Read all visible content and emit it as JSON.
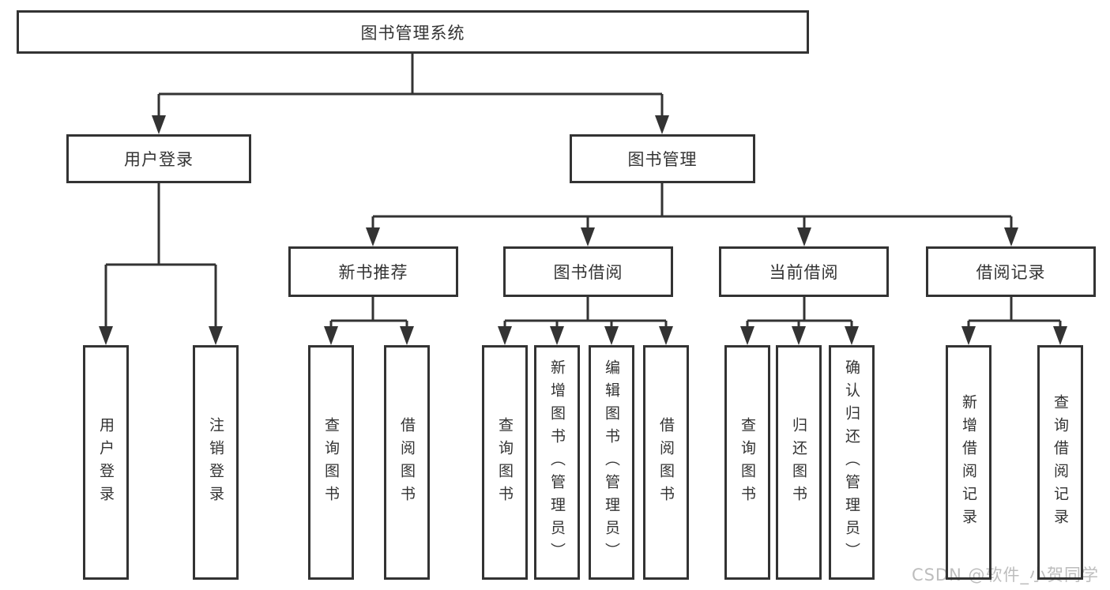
{
  "diagram": {
    "root": "图书管理系统",
    "level2": [
      "用户登录",
      "图书管理"
    ],
    "level3": [
      "新书推荐",
      "图书借阅",
      "当前借阅",
      "借阅记录"
    ],
    "leaves": {
      "userLogin": [
        "用户登录",
        "注销登录"
      ],
      "newBook": [
        "查询图书",
        "借阅图书"
      ],
      "bookBorrow": [
        "查询图书",
        "新增图书（管理员）",
        "编辑图书（管理员）",
        "借阅图书"
      ],
      "currentBorrow": [
        "查询图书",
        "归还图书",
        "确认归还（管理员）"
      ],
      "borrowRecords": [
        "新增借阅记录",
        "查询借阅记录"
      ]
    }
  },
  "watermark": "CSDN @软件_小贺同学",
  "colors": {
    "line": "#333333",
    "text": "#333333",
    "watermark": "#bdbdbd",
    "background": "#ffffff"
  }
}
